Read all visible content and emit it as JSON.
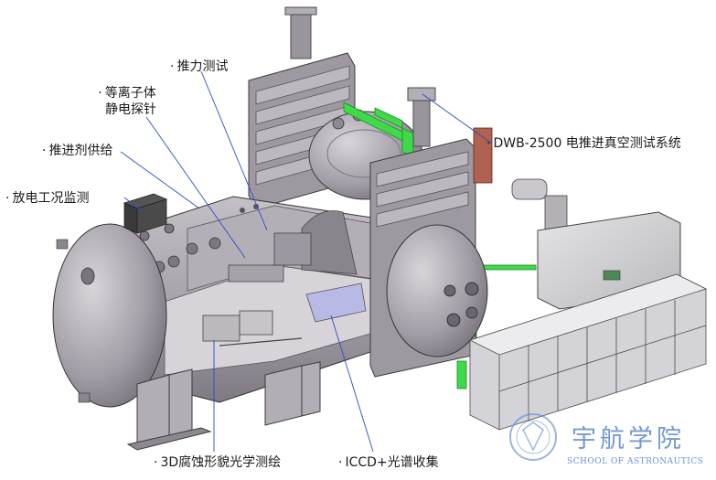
{
  "labels": {
    "thrust": "推力测试",
    "probe_line1": "等离子体",
    "probe_line2": "静电探针",
    "propellant": "推进剂供给",
    "discharge": "放电工况监测",
    "system": "DWB-2500 电推进真空测试系统",
    "corrosion": "3D腐蚀形貌光学测绘",
    "iccd": "ICCD+光谱收集"
  },
  "logo": {
    "cn": "宇航学院",
    "en": "SCHOOL OF ASTRONAUTICS"
  },
  "colors": {
    "leader_line": "#2b4cc9",
    "pipe_green": "#3fd94a",
    "metal": "#a39ea6",
    "metal_dark": "#6f6a73",
    "logo_blue": "#4f7fc9"
  }
}
